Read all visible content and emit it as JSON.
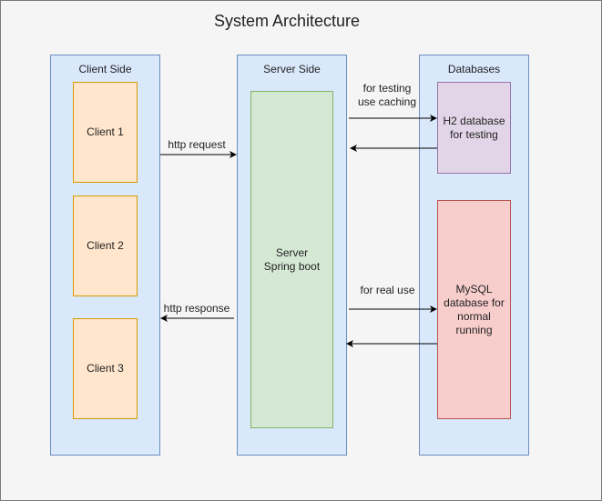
{
  "diagram": {
    "title": "System Architecture",
    "lanes": {
      "client": "Client Side",
      "server": "Server Side",
      "databases": "Databases"
    },
    "nodes": {
      "client1": "Client 1",
      "client2": "Client 2",
      "client3": "Client 3",
      "server": "Server\nSpring boot",
      "h2": "H2 database\nfor testing",
      "mysql": "MySQL\ndatabase for\nnormal\nrunning"
    },
    "edges": {
      "http_request": "http request",
      "http_response": "http response",
      "testing": "for testing\nuse caching",
      "real_use": "for real use"
    },
    "colors": {
      "lane_fill": "#dae8fc",
      "client_fill": "#ffe6cc",
      "server_fill": "#d5e8d4",
      "h2_fill": "#e1d5e7",
      "mysql_fill": "#f8cecc"
    }
  }
}
